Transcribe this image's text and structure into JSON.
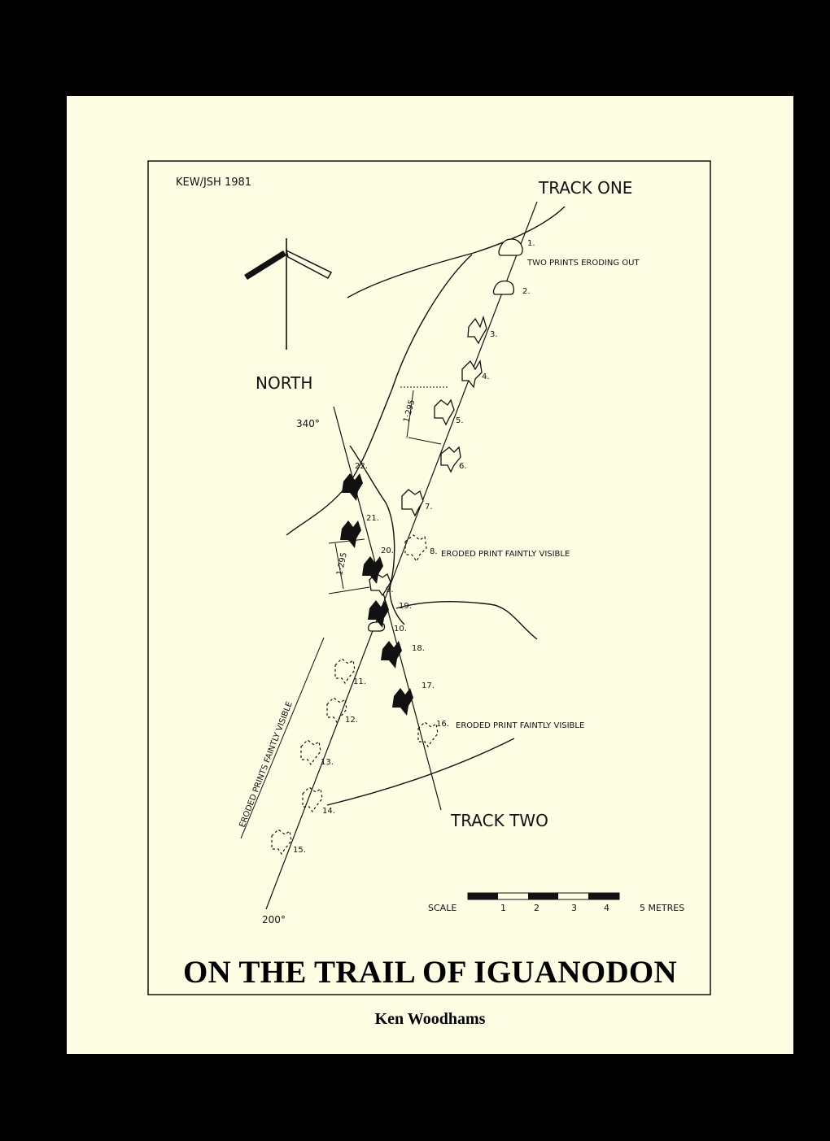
{
  "cover": {
    "title": "ON THE TRAIL OF IGUANODON",
    "author": "Ken Woodhams"
  },
  "map": {
    "credit": "KEW/JSH 1981",
    "track_one": "TRACK ONE",
    "track_two": "TRACK TWO",
    "north": "NORTH",
    "bearing_top": "340°",
    "bearing_bottom": "200°",
    "stride_label": "1·295",
    "note_1": "TWO PRINTS ERODING OUT",
    "note_8": "ERODED PRINT FAINTLY VISIBLE",
    "note_16": "ERODED PRINT FAINTLY VISIBLE",
    "note_side": "ERODED PRINTS FAINTLY VISIBLE",
    "scale": {
      "label": "SCALE",
      "ticks": [
        "1",
        "2",
        "3",
        "4",
        "5 METRES"
      ]
    },
    "print_numbers": [
      "1.",
      "2.",
      "3.",
      "4.",
      "5.",
      "6.",
      "7.",
      "8.",
      "9.",
      "10.",
      "11.",
      "12.",
      "13.",
      "14.",
      "15.",
      "16.",
      "17.",
      "18.",
      "19.",
      "20.",
      "21.",
      "22."
    ]
  }
}
